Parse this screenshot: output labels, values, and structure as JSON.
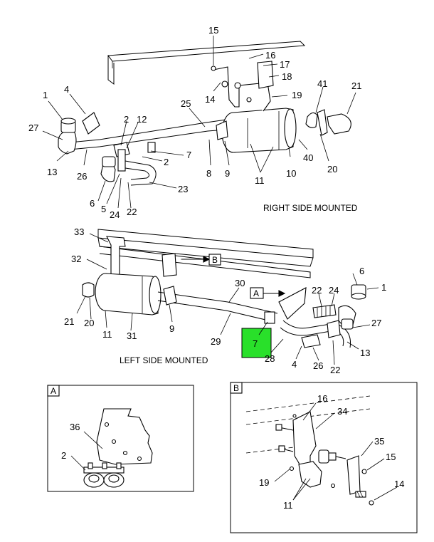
{
  "captions": {
    "right": "RIGHT SIDE MOUNTED",
    "left": "LEFT SIDE MOUNTED"
  },
  "highlight": {
    "label": "7",
    "color": "#29e02a"
  },
  "detail_views": {
    "a": {
      "letter": "A"
    },
    "b": {
      "letter": "B"
    }
  },
  "callouts": {
    "c15_top": "15",
    "c16_top": "16",
    "c17_top": "17",
    "c18_top": "18",
    "c14_top": "14",
    "c19_top": "19",
    "c41_top": "41",
    "c21_top": "21",
    "c1_top": "1",
    "c4_top": "4",
    "c25_top": "25",
    "c2_top": "2",
    "c12_top": "12",
    "c27_top": "27",
    "c7_top": "7",
    "c2b_top": "2",
    "c13_top": "13",
    "c26_top": "26",
    "c8_top": "8",
    "c9_top": "9",
    "c10_top": "10",
    "c40_top": "40",
    "c20_top": "20",
    "c11_top": "11",
    "c23_top": "23",
    "c6_top": "6",
    "c5_top": "5",
    "c24_top": "24",
    "c22_top": "22",
    "c33_mid": "33",
    "c32_mid": "32",
    "c30_mid": "30",
    "c6_mid": "6",
    "c1_mid": "1",
    "c22_mid": "22",
    "c24_mid": "24",
    "c21_mid": "21",
    "c20_mid": "20",
    "c11_mid": "11",
    "c31_mid": "31",
    "c9_mid": "9",
    "c29_mid": "29",
    "c27_mid": "27",
    "c28_mid": "28",
    "c13_mid": "13",
    "c4_mid": "4",
    "c26_mid": "26",
    "c22b_mid": "22",
    "c36_a": "36",
    "c2_a": "2",
    "c16_b": "16",
    "c34_b": "34",
    "c35_b": "35",
    "c15_b": "15",
    "c19_b": "19",
    "c11_b": "11",
    "c14_b": "14",
    "ref_b_mid": "B",
    "ref_a_mid": "A"
  }
}
